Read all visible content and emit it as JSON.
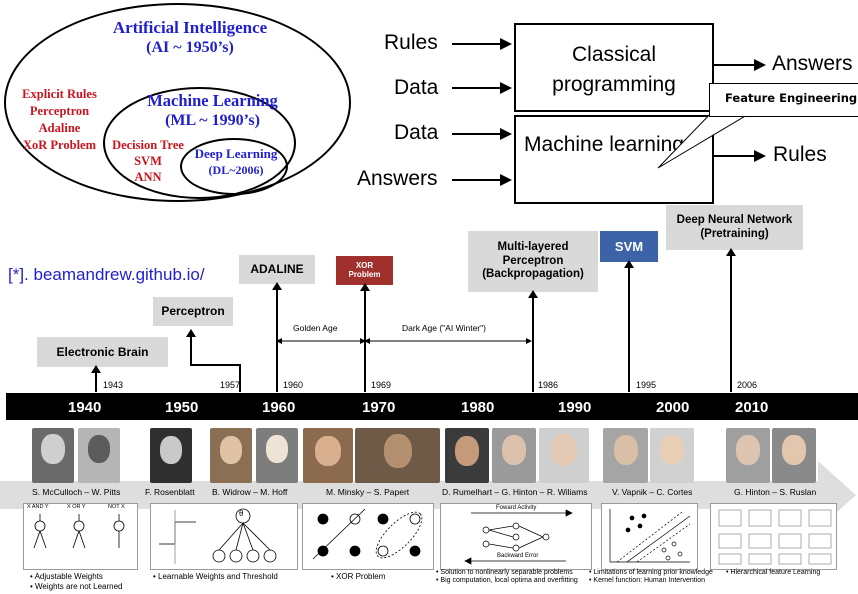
{
  "venn": {
    "ai_title": "Artificial Intelligence",
    "ai_era": "(AI ~ 1950’s)",
    "ai_items": [
      "Explicit Rules",
      "Perceptron",
      "Adaline",
      "XoR Problem"
    ],
    "ml_title": "Machine Learning",
    "ml_era": "(ML ~ 1990’s)",
    "ml_items": [
      "Decision Tree",
      "SVM",
      "ANN"
    ],
    "dl_title": "Deep Learning",
    "dl_era": "(DL~2006)"
  },
  "programming": {
    "top_inputs": [
      "Rules",
      "Data"
    ],
    "top_box": "Classical programming",
    "top_output": "Answers",
    "bottom_inputs": [
      "Data",
      "Answers"
    ],
    "bottom_box": "Machine learning",
    "bottom_output": "Rules",
    "callout": "Feature Engineering"
  },
  "source": "[*]. beamandrew.github.io/",
  "timeline": {
    "decades": [
      "1940",
      "1950",
      "1960",
      "1970",
      "1980",
      "1990",
      "2000",
      "2010"
    ],
    "events": [
      {
        "label": "Electronic Brain",
        "year": "1943"
      },
      {
        "label": "Perceptron",
        "year": "1957"
      },
      {
        "label": "ADALINE",
        "year": "1960"
      },
      {
        "label": "XOR Problem",
        "year": "1969"
      },
      {
        "label": "Multi-layered Perceptron (Backpropagation)",
        "year": "1986"
      },
      {
        "label": "SVM",
        "year": "1995"
      },
      {
        "label": "Deep Neural Network (Pretraining)",
        "year": "2006"
      }
    ],
    "golden_age": "Golden Age",
    "dark_age": "Dark Age (\"AI Winter\")",
    "people": [
      "S. McCulloch – W. Pitts",
      "F. Rosenblatt",
      "B. Widrow – M. Hoff",
      "M. Minsky – S. Papert",
      "D. Rumelhart – G. Hinton – R. Wiliams",
      "V. Vapnik – C. Cortes",
      "G. Hinton – S. Ruslan"
    ],
    "notes": [
      [
        "• Adjustable Weights",
        "• Weights are not Learned"
      ],
      [
        "• Learnable Weights  and Threshold"
      ],
      [
        "• XOR Problem"
      ],
      [
        "• Solution to nonlinearly separable problems",
        "• Big computation, local optima and overfitting"
      ],
      [
        "• Limitations of learning prior knowledge",
        "• Kernel function: Human Intervention"
      ],
      [
        "• Hierarchical feature Learning"
      ]
    ],
    "panel_text": {
      "gates": [
        "X AND Y",
        "X OR Y",
        "NOT X"
      ],
      "theta": "θ",
      "forward": "Foward Activity",
      "backward": "Backward Error"
    }
  },
  "colors": {
    "venn_blue": "#1f1fcf",
    "venn_red": "#c8141e",
    "xor_box": "#a0302b",
    "svm_box": "#3c63a8",
    "gray_box": "#d9d9d9",
    "timeline_bar": "#000000"
  }
}
